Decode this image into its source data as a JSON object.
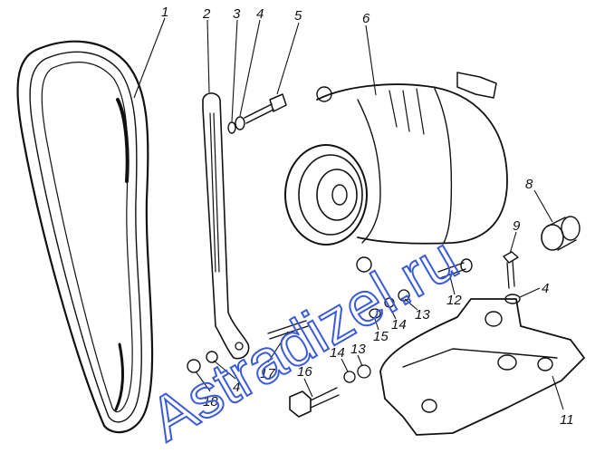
{
  "diagram": {
    "callouts": [
      {
        "id": "1",
        "label": "1"
      },
      {
        "id": "2",
        "label": "2"
      },
      {
        "id": "3",
        "label": "3"
      },
      {
        "id": "4a",
        "label": "4"
      },
      {
        "id": "5",
        "label": "5"
      },
      {
        "id": "6",
        "label": "6"
      },
      {
        "id": "8",
        "label": "8"
      },
      {
        "id": "9",
        "label": "9"
      },
      {
        "id": "4b",
        "label": "4"
      },
      {
        "id": "12",
        "label": "12"
      },
      {
        "id": "13a",
        "label": "13"
      },
      {
        "id": "14a",
        "label": "14"
      },
      {
        "id": "15",
        "label": "15"
      },
      {
        "id": "17",
        "label": "17"
      },
      {
        "id": "4c",
        "label": "4"
      },
      {
        "id": "18",
        "label": "18"
      },
      {
        "id": "16",
        "label": "16"
      },
      {
        "id": "14b",
        "label": "14"
      },
      {
        "id": "13b",
        "label": "13"
      },
      {
        "id": "11",
        "label": "11"
      }
    ],
    "watermark": {
      "text": "Astradizel.ru",
      "color": "#3a5bd9"
    }
  }
}
